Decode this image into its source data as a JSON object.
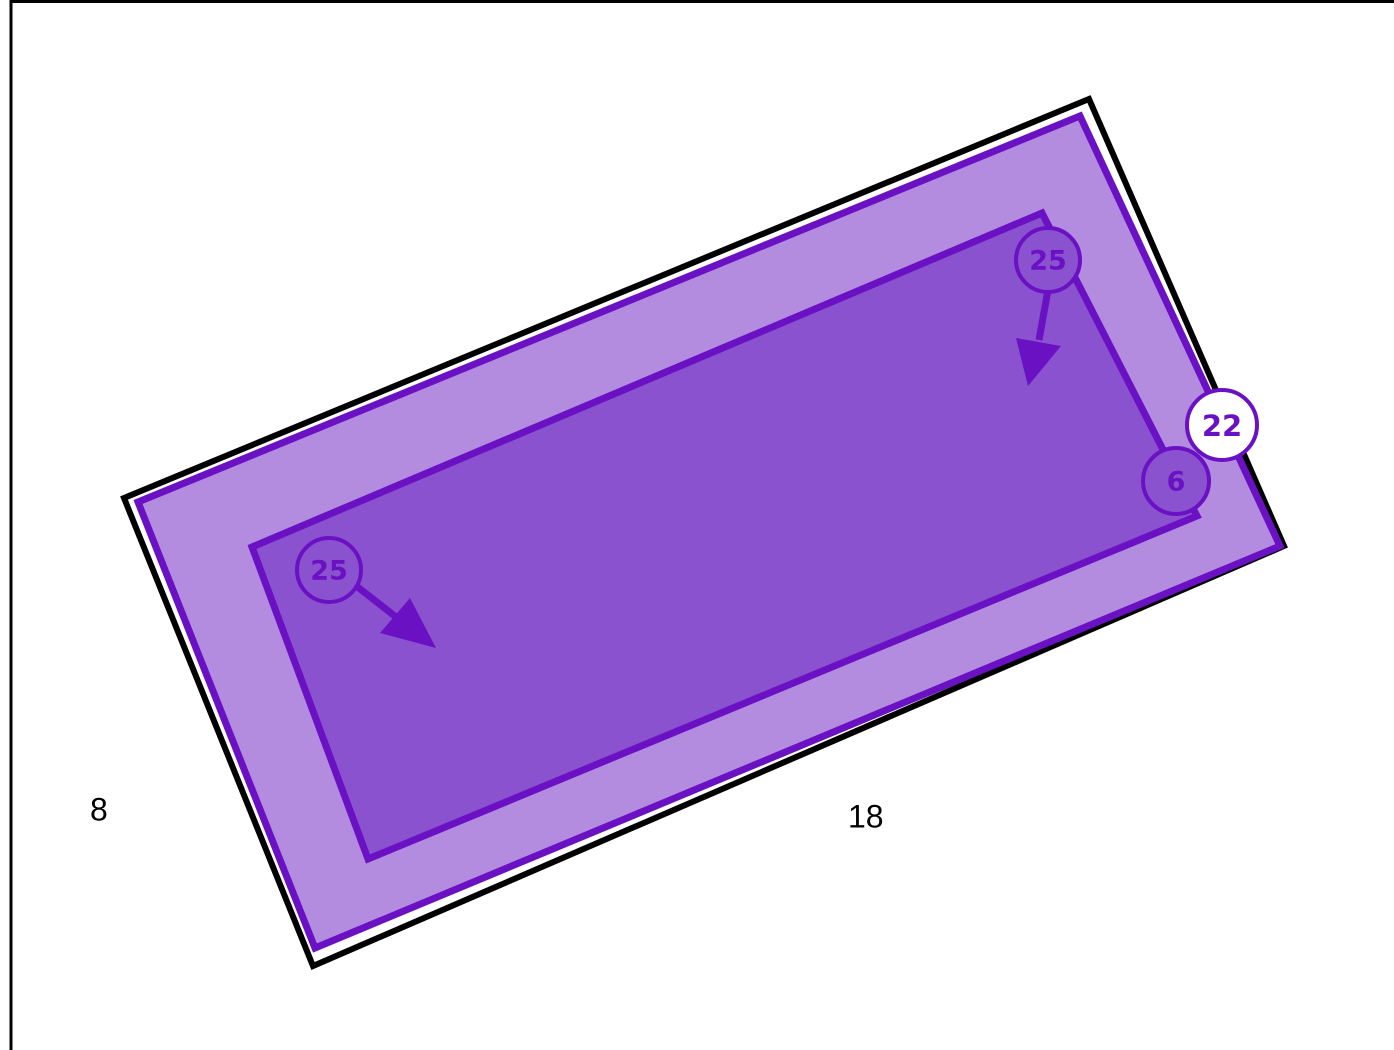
{
  "labels": {
    "left_value": "8",
    "bottom_value": "18"
  },
  "badges": {
    "outer_corner": "22",
    "inner_corner": "6",
    "top_marker": "25",
    "left_marker": "25"
  },
  "colors": {
    "stroke_purple": "#6a11c4",
    "outer_fill": "#b38ce0",
    "inner_fill": "#8b52cf",
    "outline": "#000000",
    "background": "#ffffff"
  }
}
